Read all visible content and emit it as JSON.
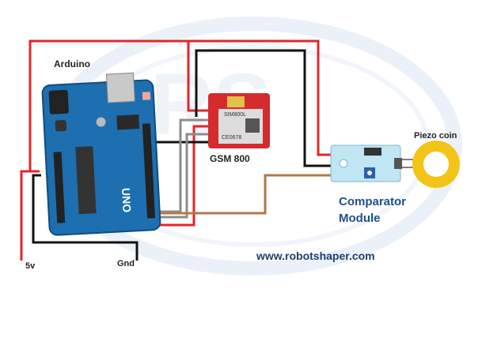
{
  "labels": {
    "arduino": "Arduino",
    "gsm": "GSM 800",
    "piezo": "Piezo coin",
    "comparator_line1": "Comparator",
    "comparator_line2": "Module",
    "website": "www.robotshaper.com",
    "power_5v": "5v",
    "ground": "Gnd"
  },
  "board_text": {
    "uno": "UNO",
    "gsm_chip": "SIM800L",
    "gsm_ce": "CE0678"
  },
  "watermark_text": "RS",
  "icons": [
    "arduino-board-icon",
    "gsm-module-icon",
    "comparator-module-icon",
    "piezo-coin-icon"
  ],
  "colors": {
    "wire_red": "#e0262b",
    "wire_black": "#111111",
    "wire_gray": "#8c8c8c",
    "wire_brown": "#b0784a",
    "arduino_blue": "#1d6fb0",
    "gsm_red": "#d42b2f",
    "module_blue": "#bfe6f2",
    "piezo_gold": "#f2c417",
    "watermark": "#dbe6f3"
  }
}
